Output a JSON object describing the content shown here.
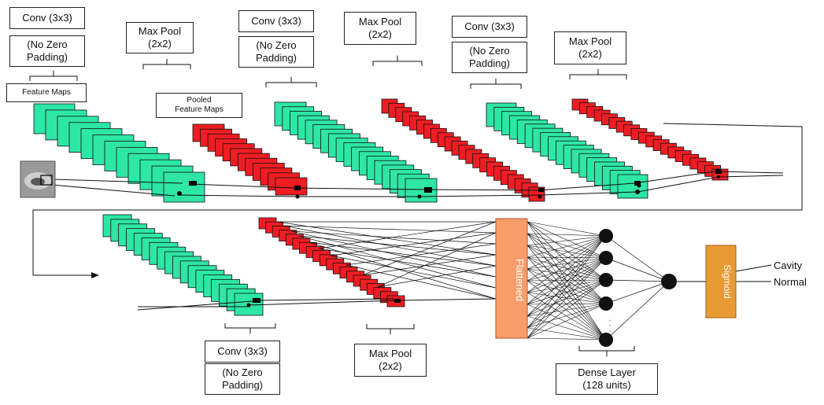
{
  "colors": {
    "conv": "#2ee6a6",
    "pool": "#ee1d23",
    "flatten": "#f89d6a",
    "sigmoid": "#e89a33",
    "node": "#111111",
    "line": "#111111"
  },
  "icons": {
    "input_image": "dental-xray-thumbnail"
  },
  "labels": {
    "conv1": "Conv (3x3)",
    "nozero1": "(No Zero\nPadding)",
    "feature_maps": "Feature Maps",
    "pool1": "Max Pool\n(2x2)",
    "pooled_maps": "Pooled\nFeature Maps",
    "conv2": "Conv (3x3)",
    "nozero2": "(No Zero\nPadding)",
    "pool2": "Max Pool\n(2x2)",
    "conv3": "Conv (3x3)",
    "nozero3": "(No Zero\nPadding)",
    "pool3": "Max Pool\n(2x2)",
    "conv4": "Conv (3x3)",
    "nozero4": "(No Zero\nPadding)",
    "pool4": "Max Pool\n(2x2)",
    "flattened": "Flattened",
    "dense": "Dense Layer\n(128 units)",
    "dense_dots": "· · ·",
    "sigmoid": "Sigmoid",
    "cavity": "Cavity",
    "normal": "Normal"
  }
}
